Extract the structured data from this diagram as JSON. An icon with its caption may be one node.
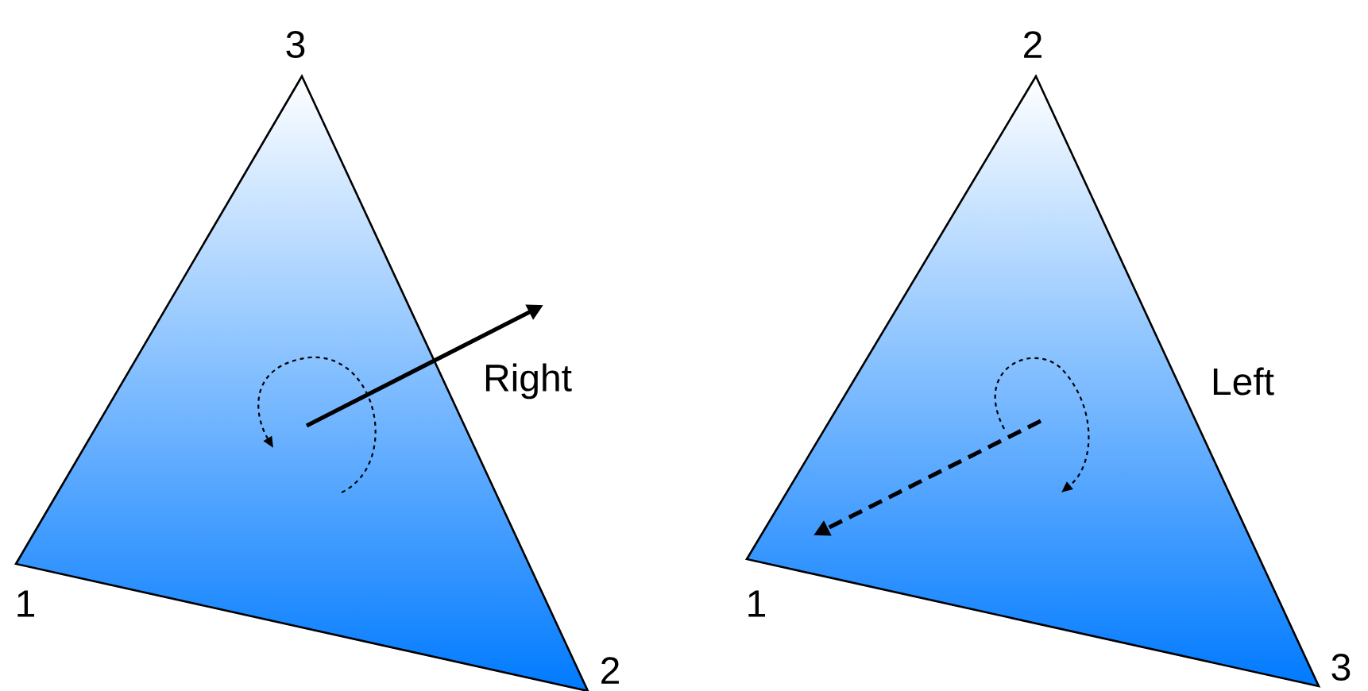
{
  "diagram": {
    "labels": [
      "3",
      "2",
      "Right",
      "Left",
      "1",
      "1",
      "2",
      "3"
    ]
  }
}
